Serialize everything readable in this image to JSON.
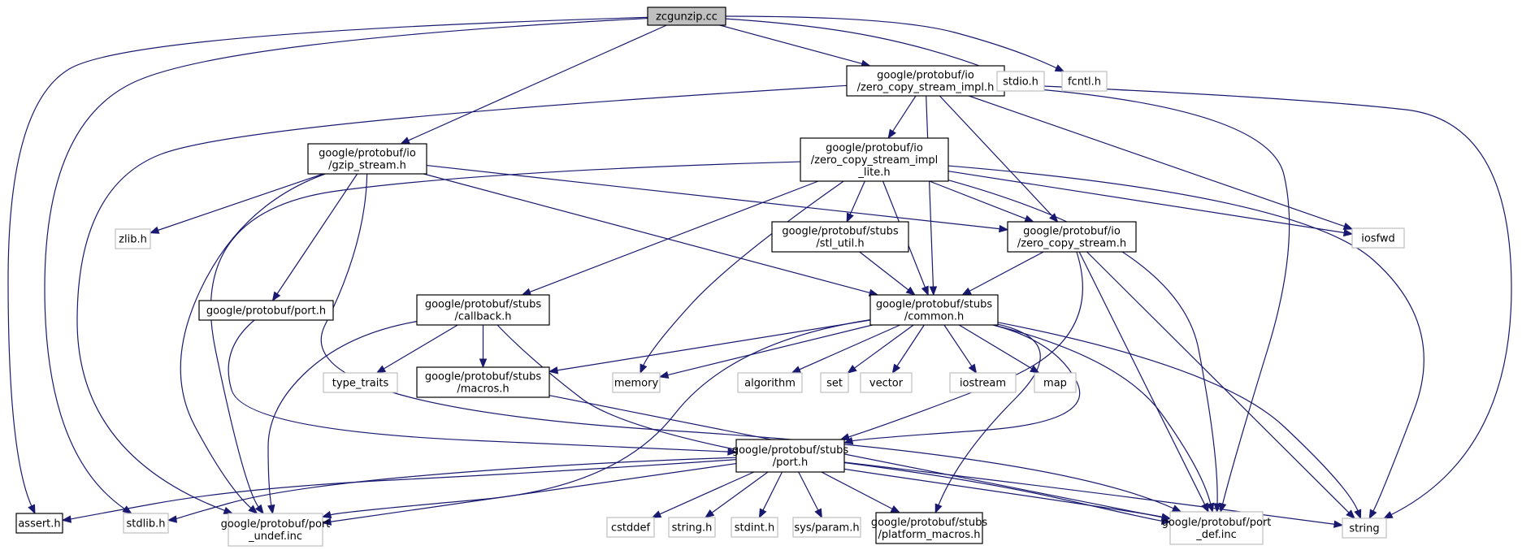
{
  "title": "zcgunzip.cc include dependency graph",
  "colors": {
    "edge": "#191970",
    "root_fill": "#bfbfbf",
    "internal_border": "#000000",
    "external_border": "#bfbfbf"
  },
  "nodes": [
    {
      "id": "zcgunzip",
      "kind": "root",
      "lines": [
        "zcgunzip.cc"
      ]
    },
    {
      "id": "zcs_impl",
      "kind": "internal",
      "lines": [
        "google/protobuf/io",
        "/zero_copy_stream_impl.h"
      ]
    },
    {
      "id": "stdio",
      "kind": "external",
      "lines": [
        "stdio.h"
      ]
    },
    {
      "id": "fcntl",
      "kind": "external",
      "lines": [
        "fcntl.h"
      ]
    },
    {
      "id": "gzip",
      "kind": "internal",
      "lines": [
        "google/protobuf/io",
        "/gzip_stream.h"
      ]
    },
    {
      "id": "zcs_impl_lite",
      "kind": "internal",
      "lines": [
        "google/protobuf/io",
        "/zero_copy_stream_impl",
        "_lite.h"
      ]
    },
    {
      "id": "zlib",
      "kind": "external",
      "lines": [
        "zlib.h"
      ]
    },
    {
      "id": "stl_util",
      "kind": "internal",
      "lines": [
        "google/protobuf/stubs",
        "/stl_util.h"
      ]
    },
    {
      "id": "zcs",
      "kind": "internal",
      "lines": [
        "google/protobuf/io",
        "/zero_copy_stream.h"
      ]
    },
    {
      "id": "iosfwd",
      "kind": "external",
      "lines": [
        "iosfwd"
      ]
    },
    {
      "id": "port_h",
      "kind": "internal",
      "lines": [
        "google/protobuf/port.h"
      ]
    },
    {
      "id": "callback",
      "kind": "internal",
      "lines": [
        "google/protobuf/stubs",
        "/callback.h"
      ]
    },
    {
      "id": "common",
      "kind": "internal",
      "lines": [
        "google/protobuf/stubs",
        "/common.h"
      ]
    },
    {
      "id": "type_traits",
      "kind": "external",
      "lines": [
        "type_traits"
      ]
    },
    {
      "id": "macros",
      "kind": "internal",
      "lines": [
        "google/protobuf/stubs",
        "/macros.h"
      ]
    },
    {
      "id": "memory",
      "kind": "external",
      "lines": [
        "memory"
      ]
    },
    {
      "id": "algorithm",
      "kind": "external",
      "lines": [
        "algorithm"
      ]
    },
    {
      "id": "set",
      "kind": "external",
      "lines": [
        "set"
      ]
    },
    {
      "id": "vector",
      "kind": "external",
      "lines": [
        "vector"
      ]
    },
    {
      "id": "iostream",
      "kind": "external",
      "lines": [
        "iostream"
      ]
    },
    {
      "id": "map",
      "kind": "external",
      "lines": [
        "map"
      ]
    },
    {
      "id": "stubs_port",
      "kind": "internal",
      "lines": [
        "google/protobuf/stubs",
        "/port.h"
      ]
    },
    {
      "id": "assert",
      "kind": "internal",
      "lines": [
        "assert.h"
      ]
    },
    {
      "id": "stdlib",
      "kind": "external",
      "lines": [
        "stdlib.h"
      ]
    },
    {
      "id": "port_undef",
      "kind": "external",
      "lines": [
        "google/protobuf/port",
        "_undef.inc"
      ]
    },
    {
      "id": "cstddef",
      "kind": "external",
      "lines": [
        "cstddef"
      ]
    },
    {
      "id": "string_h",
      "kind": "external",
      "lines": [
        "string.h"
      ]
    },
    {
      "id": "stdint",
      "kind": "external",
      "lines": [
        "stdint.h"
      ]
    },
    {
      "id": "sys_param",
      "kind": "external",
      "lines": [
        "sys/param.h"
      ]
    },
    {
      "id": "platform_macros",
      "kind": "internal",
      "lines": [
        "google/protobuf/stubs",
        "/platform_macros.h"
      ]
    },
    {
      "id": "port_def",
      "kind": "external",
      "lines": [
        "google/protobuf/port",
        "_def.inc"
      ]
    },
    {
      "id": "string",
      "kind": "external",
      "lines": [
        "string"
      ]
    }
  ],
  "edges": [
    [
      "zcgunzip",
      "zcs_impl"
    ],
    [
      "zcgunzip",
      "stdio"
    ],
    [
      "zcgunzip",
      "fcntl"
    ],
    [
      "zcgunzip",
      "gzip"
    ],
    [
      "zcgunzip",
      "assert"
    ],
    [
      "zcgunzip",
      "stdlib"
    ],
    [
      "zcs_impl",
      "zcs_impl_lite"
    ],
    [
      "zcs_impl",
      "zcs"
    ],
    [
      "zcs_impl",
      "common"
    ],
    [
      "zcs_impl",
      "iosfwd"
    ],
    [
      "zcs_impl",
      "string"
    ],
    [
      "zcs_impl",
      "port_def"
    ],
    [
      "zcs_impl",
      "port_undef"
    ],
    [
      "gzip",
      "zlib"
    ],
    [
      "gzip",
      "port_h"
    ],
    [
      "gzip",
      "zcs"
    ],
    [
      "gzip",
      "common"
    ],
    [
      "gzip",
      "port_def"
    ],
    [
      "gzip",
      "port_undef"
    ],
    [
      "zcs_impl_lite",
      "stl_util"
    ],
    [
      "zcs_impl_lite",
      "zcs"
    ],
    [
      "zcs_impl_lite",
      "common"
    ],
    [
      "zcs_impl_lite",
      "callback"
    ],
    [
      "zcs_impl_lite",
      "memory"
    ],
    [
      "zcs_impl_lite",
      "iosfwd"
    ],
    [
      "zcs_impl_lite",
      "string"
    ],
    [
      "zcs_impl_lite",
      "port_def"
    ],
    [
      "zcs_impl_lite",
      "port_undef"
    ],
    [
      "stl_util",
      "common"
    ],
    [
      "zcs",
      "common"
    ],
    [
      "zcs",
      "string"
    ],
    [
      "zcs",
      "port_def"
    ],
    [
      "zcs",
      "stubs_port"
    ],
    [
      "port_h",
      "stubs_port"
    ],
    [
      "callback",
      "type_traits"
    ],
    [
      "callback",
      "macros"
    ],
    [
      "callback",
      "port_def"
    ],
    [
      "callback",
      "port_undef"
    ],
    [
      "common",
      "macros"
    ],
    [
      "common",
      "memory"
    ],
    [
      "common",
      "algorithm"
    ],
    [
      "common",
      "set"
    ],
    [
      "common",
      "vector"
    ],
    [
      "common",
      "iostream"
    ],
    [
      "common",
      "map"
    ],
    [
      "common",
      "stubs_port"
    ],
    [
      "common",
      "platform_macros"
    ],
    [
      "common",
      "port_def"
    ],
    [
      "common",
      "port_undef"
    ],
    [
      "common",
      "string"
    ],
    [
      "macros",
      "port_def"
    ],
    [
      "stubs_port",
      "assert"
    ],
    [
      "stubs_port",
      "stdlib"
    ],
    [
      "stubs_port",
      "port_undef"
    ],
    [
      "stubs_port",
      "cstddef"
    ],
    [
      "stubs_port",
      "string_h"
    ],
    [
      "stubs_port",
      "stdint"
    ],
    [
      "stubs_port",
      "sys_param"
    ],
    [
      "stubs_port",
      "platform_macros"
    ],
    [
      "stubs_port",
      "port_def"
    ],
    [
      "stubs_port",
      "string"
    ]
  ]
}
